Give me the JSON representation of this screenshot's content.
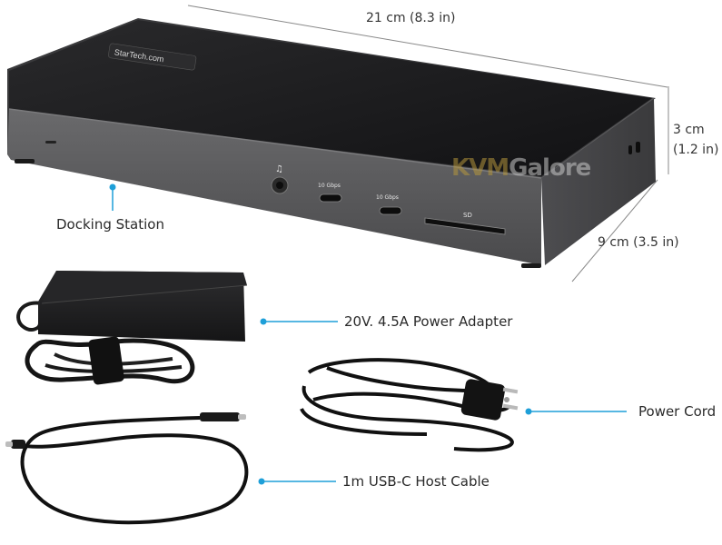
{
  "labels": {
    "docking_station": "Docking Station",
    "power_adapter": "20V. 4.5A Power Adapter",
    "power_cord": "Power Cord",
    "host_cable": "1m USB-C Host Cable"
  },
  "dimensions": {
    "width": "21 cm (8.3 in)",
    "height_cm": "3 cm",
    "height_in": "(1.2 in)",
    "depth": "9 cm (3.5 in)"
  },
  "device": {
    "logo": "StarTech.com",
    "port1_label": "10 Gbps",
    "port2_label": "10 Gbps",
    "sd_label": "SD"
  },
  "watermark": {
    "part1": "KVM",
    "part2": "Galore"
  },
  "colors": {
    "accent": "#1e9fd8",
    "device_top": "#1b1b1d",
    "device_front": "#5a5a5c"
  }
}
